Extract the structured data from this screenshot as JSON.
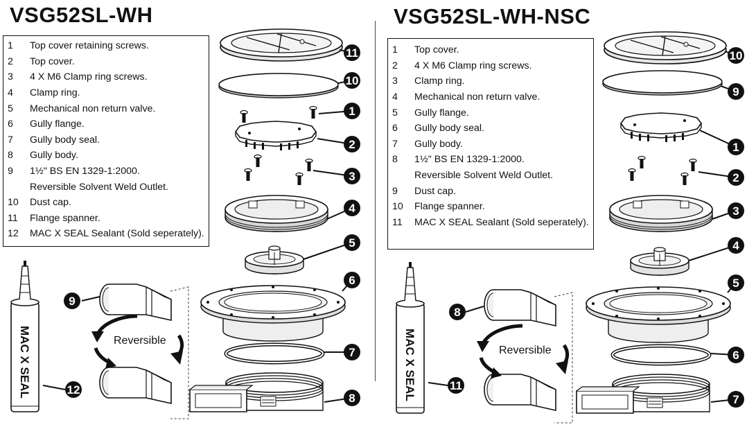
{
  "left": {
    "title": "VSG52SL-WH",
    "legend": [
      {
        "num": "1",
        "text": "Top cover retaining screws."
      },
      {
        "num": "2",
        "text": "Top cover."
      },
      {
        "num": "3",
        "text": "4 X M6 Clamp ring screws."
      },
      {
        "num": "4",
        "text": "Clamp ring."
      },
      {
        "num": "5",
        "text": "Mechanical non return valve."
      },
      {
        "num": "6",
        "text": "Gully flange."
      },
      {
        "num": "7",
        "text": "Gully body seal."
      },
      {
        "num": "8",
        "text": "Gully body."
      },
      {
        "num": "9",
        "text": "1½\" BS EN 1329-1:2000."
      },
      {
        "num": "",
        "text": "Reversible Solvent Weld Outlet."
      },
      {
        "num": "10",
        "text": "Dust cap."
      },
      {
        "num": "11",
        "text": "Flange spanner."
      },
      {
        "num": "12",
        "text": "MAC X SEAL Sealant  (Sold seperately)."
      }
    ],
    "callouts": {
      "spanner": "11",
      "dustcap": "10",
      "screws_top": "1",
      "cover": "2",
      "clamp_screws": "3",
      "clamp_ring": "4",
      "valve": "5",
      "flange": "6",
      "seal": "7",
      "body": "8",
      "outlet": "9",
      "sealant": "12"
    },
    "reversible_label": "Reversible"
  },
  "right": {
    "title": "VSG52SL-WH-NSC",
    "legend": [
      {
        "num": "1",
        "text": "Top cover."
      },
      {
        "num": "2",
        "text": "4 X M6 Clamp ring screws."
      },
      {
        "num": "3",
        "text": "Clamp ring."
      },
      {
        "num": "4",
        "text": "Mechanical non return valve."
      },
      {
        "num": "5",
        "text": "Gully flange."
      },
      {
        "num": "6",
        "text": "Gully body seal."
      },
      {
        "num": "7",
        "text": "Gully body."
      },
      {
        "num": "8",
        "text": "1½\" BS EN 1329-1:2000."
      },
      {
        "num": "",
        "text": "Reversible Solvent Weld Outlet."
      },
      {
        "num": "9",
        "text": "Dust cap."
      },
      {
        "num": "10",
        "text": "Flange spanner."
      },
      {
        "num": "11",
        "text": "MAC X SEAL Sealant  (Sold seperately)."
      }
    ],
    "callouts": {
      "spanner": "10",
      "dustcap": "9",
      "cover": "1",
      "clamp_screws": "2",
      "clamp_ring": "3",
      "valve": "4",
      "flange": "5",
      "seal": "6",
      "body": "7",
      "outlet": "8",
      "sealant": "11"
    },
    "reversible_label": "Reversible"
  },
  "tube_label": "MAC X SEAL",
  "colors": {
    "ink": "#111111",
    "callout_fill": "#111111",
    "part_fill": "#ffffff",
    "shade": "#e6e6e6"
  }
}
